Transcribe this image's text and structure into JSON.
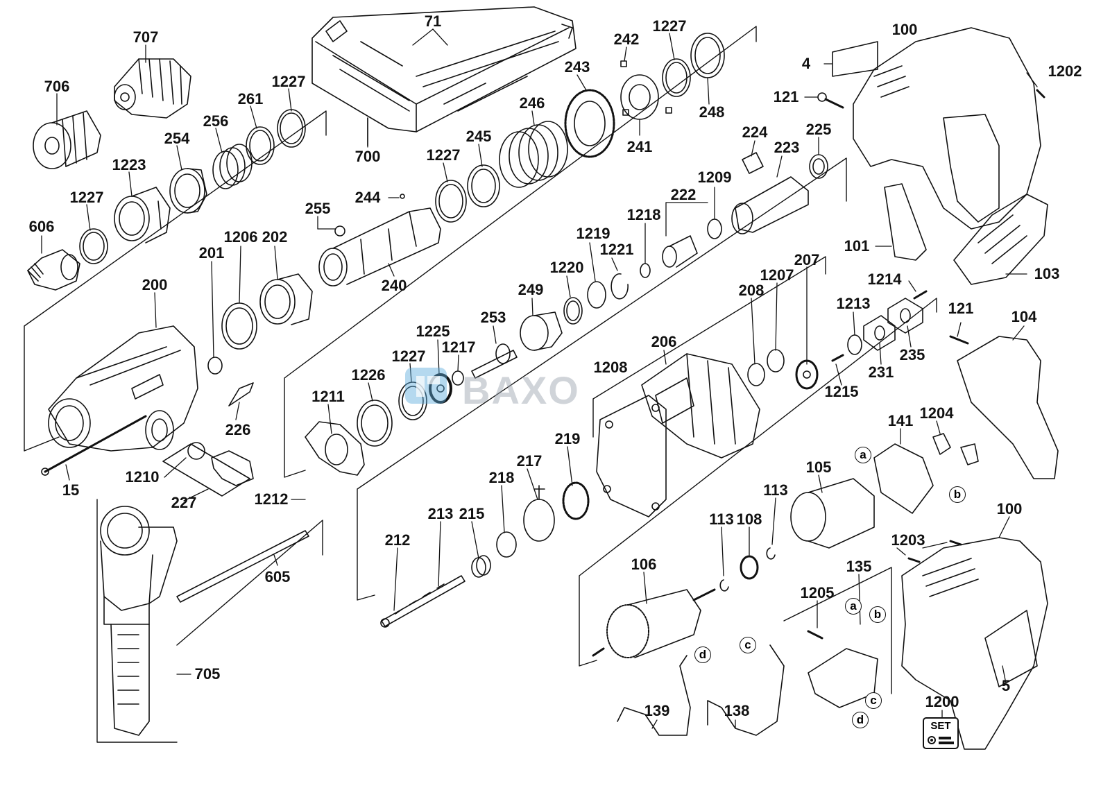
{
  "diagram": {
    "watermark": "BAXO",
    "set_badge": "SET",
    "part_labels": [
      {
        "id": "p71",
        "text": "71"
      },
      {
        "id": "p707",
        "text": "707"
      },
      {
        "id": "p706",
        "text": "706"
      },
      {
        "id": "p700",
        "text": "700"
      },
      {
        "id": "p1227a",
        "text": "1227"
      },
      {
        "id": "p261",
        "text": "261"
      },
      {
        "id": "p256",
        "text": "256"
      },
      {
        "id": "p254",
        "text": "254"
      },
      {
        "id": "p1223",
        "text": "1223"
      },
      {
        "id": "p1227b",
        "text": "1227"
      },
      {
        "id": "p606",
        "text": "606"
      },
      {
        "id": "p242",
        "text": "242"
      },
      {
        "id": "p1227c",
        "text": "1227"
      },
      {
        "id": "p243",
        "text": "243"
      },
      {
        "id": "p248",
        "text": "248"
      },
      {
        "id": "p241",
        "text": "241"
      },
      {
        "id": "p246",
        "text": "246"
      },
      {
        "id": "p245",
        "text": "245"
      },
      {
        "id": "p1227d",
        "text": "1227"
      },
      {
        "id": "p244",
        "text": "244"
      },
      {
        "id": "p255",
        "text": "255"
      },
      {
        "id": "p240",
        "text": "240"
      },
      {
        "id": "p202",
        "text": "202"
      },
      {
        "id": "p1206",
        "text": "1206"
      },
      {
        "id": "p201",
        "text": "201"
      },
      {
        "id": "p200",
        "text": "200"
      },
      {
        "id": "p226",
        "text": "226"
      },
      {
        "id": "p15",
        "text": "15"
      },
      {
        "id": "p1210",
        "text": "1210"
      },
      {
        "id": "p227",
        "text": "227"
      },
      {
        "id": "p224",
        "text": "224"
      },
      {
        "id": "p225",
        "text": "225"
      },
      {
        "id": "p223",
        "text": "223"
      },
      {
        "id": "p1209",
        "text": "1209"
      },
      {
        "id": "p222",
        "text": "222"
      },
      {
        "id": "p1218",
        "text": "1218"
      },
      {
        "id": "p1219",
        "text": "1219"
      },
      {
        "id": "p1221",
        "text": "1221"
      },
      {
        "id": "p1220",
        "text": "1220"
      },
      {
        "id": "p249",
        "text": "249"
      },
      {
        "id": "p253",
        "text": "253"
      },
      {
        "id": "p1225",
        "text": "1225"
      },
      {
        "id": "p1227e",
        "text": "1227"
      },
      {
        "id": "p1217",
        "text": "1217"
      },
      {
        "id": "p1226",
        "text": "1226"
      },
      {
        "id": "p1211",
        "text": "1211"
      },
      {
        "id": "p1212",
        "text": "1212"
      },
      {
        "id": "p100a",
        "text": "100"
      },
      {
        "id": "p4",
        "text": "4"
      },
      {
        "id": "p121a",
        "text": "121"
      },
      {
        "id": "p1202",
        "text": "1202"
      },
      {
        "id": "p101",
        "text": "101"
      },
      {
        "id": "p103",
        "text": "103"
      },
      {
        "id": "p207",
        "text": "207"
      },
      {
        "id": "p1207",
        "text": "1207"
      },
      {
        "id": "p208",
        "text": "208"
      },
      {
        "id": "p206",
        "text": "206"
      },
      {
        "id": "p1208",
        "text": "1208"
      },
      {
        "id": "p1214",
        "text": "1214"
      },
      {
        "id": "p1213",
        "text": "1213"
      },
      {
        "id": "p1215",
        "text": "1215"
      },
      {
        "id": "p231",
        "text": "231"
      },
      {
        "id": "p235",
        "text": "235"
      },
      {
        "id": "p121b",
        "text": "121"
      },
      {
        "id": "p104",
        "text": "104"
      },
      {
        "id": "p141",
        "text": "141"
      },
      {
        "id": "p1204",
        "text": "1204"
      },
      {
        "id": "p219",
        "text": "219"
      },
      {
        "id": "p217",
        "text": "217"
      },
      {
        "id": "p218",
        "text": "218"
      },
      {
        "id": "p215",
        "text": "215"
      },
      {
        "id": "p213",
        "text": "213"
      },
      {
        "id": "p212",
        "text": "212"
      },
      {
        "id": "p105",
        "text": "105"
      },
      {
        "id": "p113a",
        "text": "113"
      },
      {
        "id": "p113b",
        "text": "113"
      },
      {
        "id": "p108",
        "text": "108"
      },
      {
        "id": "p106",
        "text": "106"
      },
      {
        "id": "p100b",
        "text": "100"
      },
      {
        "id": "p1203",
        "text": "1203"
      },
      {
        "id": "p135",
        "text": "135"
      },
      {
        "id": "p1205",
        "text": "1205"
      },
      {
        "id": "p605",
        "text": "605"
      },
      {
        "id": "p705",
        "text": "705"
      },
      {
        "id": "p139",
        "text": "139"
      },
      {
        "id": "p138",
        "text": "138"
      },
      {
        "id": "p5",
        "text": "5"
      },
      {
        "id": "p1200",
        "text": "1200"
      }
    ],
    "connectors": [
      {
        "id": "ca1",
        "text": "a"
      },
      {
        "id": "cb1",
        "text": "b"
      },
      {
        "id": "ca2",
        "text": "a"
      },
      {
        "id": "cb2",
        "text": "b"
      },
      {
        "id": "cc1",
        "text": "c"
      },
      {
        "id": "cd1",
        "text": "d"
      },
      {
        "id": "cc2",
        "text": "c"
      },
      {
        "id": "cd2",
        "text": "d"
      }
    ]
  }
}
